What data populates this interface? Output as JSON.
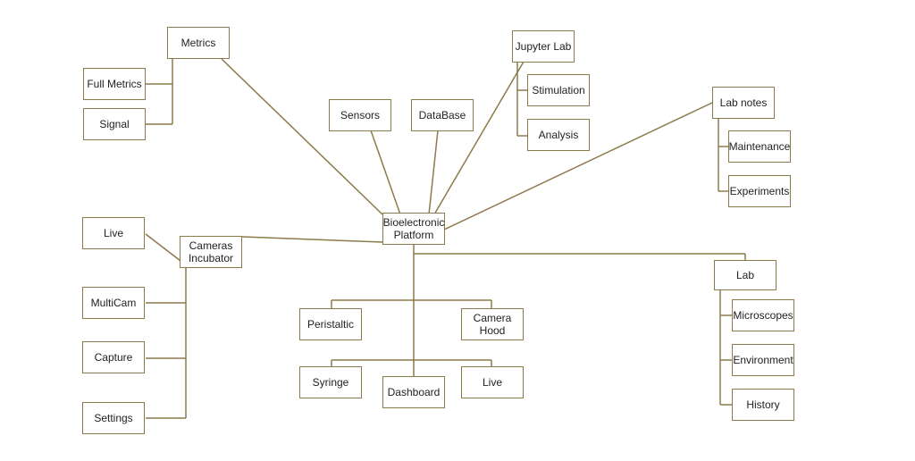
{
  "colors": {
    "line": "#8c7a4a",
    "box_border": "#8c7a4a",
    "text": "#222222",
    "background": "#ffffff"
  },
  "nodes": {
    "root": "Bioelectronic\nPlatform",
    "metrics": "Metrics",
    "full_metrics": "Full Metrics",
    "signal": "Signal",
    "sensors": "Sensors",
    "database": "DataBase",
    "jupyter_lab": "Jupyter Lab",
    "stimulation": "Stimulation",
    "analysis": "Analysis",
    "lab_notes": "Lab notes",
    "maintenance": "Maintenance",
    "experiments": "Experiments",
    "cameras_incubator": "Cameras\nIncubator",
    "live_cam": "Live",
    "multicam": "MultiCam",
    "capture": "Capture",
    "settings": "Settings",
    "peristaltic": "Peristaltic",
    "camera_hood": "Camera\nHood",
    "syringe": "Syringe",
    "dashboard": "Dashboard",
    "live_pump": "Live",
    "lab": "Lab",
    "microscopes": "Microscopes",
    "environment": "Environment",
    "history": "History"
  }
}
